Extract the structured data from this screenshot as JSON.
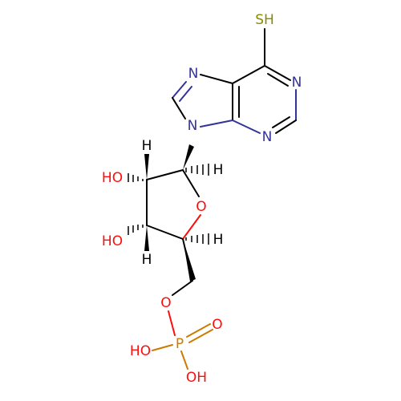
{
  "colors": {
    "carbon": "#000000",
    "nitrogen": "#33339a",
    "oxygen": "#ff0d0d",
    "sulfur": "#8a8a00",
    "phosphorus": "#cc7a00",
    "background": "#ffffff"
  },
  "atoms": [
    {
      "label": "SH",
      "element": "S"
    },
    {
      "label": "N",
      "element": "N"
    },
    {
      "label": "N",
      "element": "N"
    },
    {
      "label": "N",
      "element": "N"
    },
    {
      "label": "N",
      "element": "N"
    },
    {
      "label": "H",
      "element": "H"
    },
    {
      "label": "HO",
      "element": "O"
    },
    {
      "label": "H",
      "element": "H"
    },
    {
      "label": "O",
      "element": "O"
    },
    {
      "label": "HO",
      "element": "O"
    },
    {
      "label": "H",
      "element": "H"
    },
    {
      "label": "H",
      "element": "H"
    },
    {
      "label": "O",
      "element": "O"
    },
    {
      "label": "O",
      "element": "O"
    },
    {
      "label": "HO",
      "element": "O"
    },
    {
      "label": "P",
      "element": "P"
    },
    {
      "label": "OH",
      "element": "O"
    }
  ]
}
